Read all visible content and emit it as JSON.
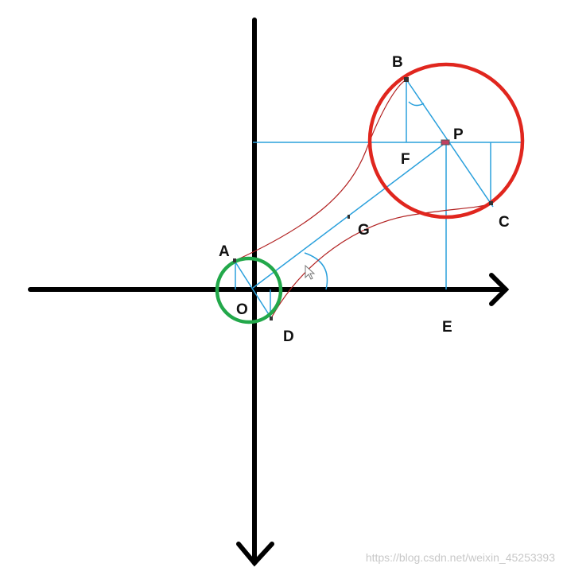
{
  "labels": {
    "A": "A",
    "B": "B",
    "C": "C",
    "D": "D",
    "E": "E",
    "F": "F",
    "G": "G",
    "O": "O",
    "P": "P"
  },
  "watermark": "https://blog.csdn.net/weixin_45253393",
  "colors": {
    "axis": "#000000",
    "small_circle": "#22a84a",
    "large_circle": "#e0261e",
    "construction": "#2aa0dc",
    "curve": "#b22222"
  }
}
